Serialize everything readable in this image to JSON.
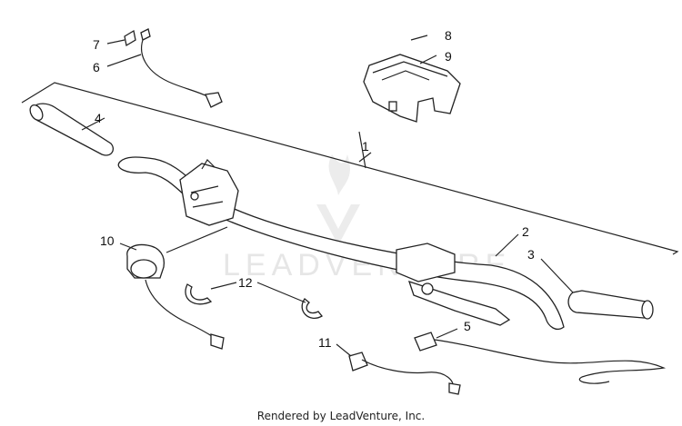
{
  "diagram": {
    "watermark": "LEADVENTURE",
    "callouts": [
      "1",
      "2",
      "3",
      "4",
      "5",
      "6",
      "7",
      "8",
      "9",
      "10",
      "11",
      "12"
    ]
  },
  "footer": {
    "text": "Rendered by LeadVenture, Inc."
  }
}
